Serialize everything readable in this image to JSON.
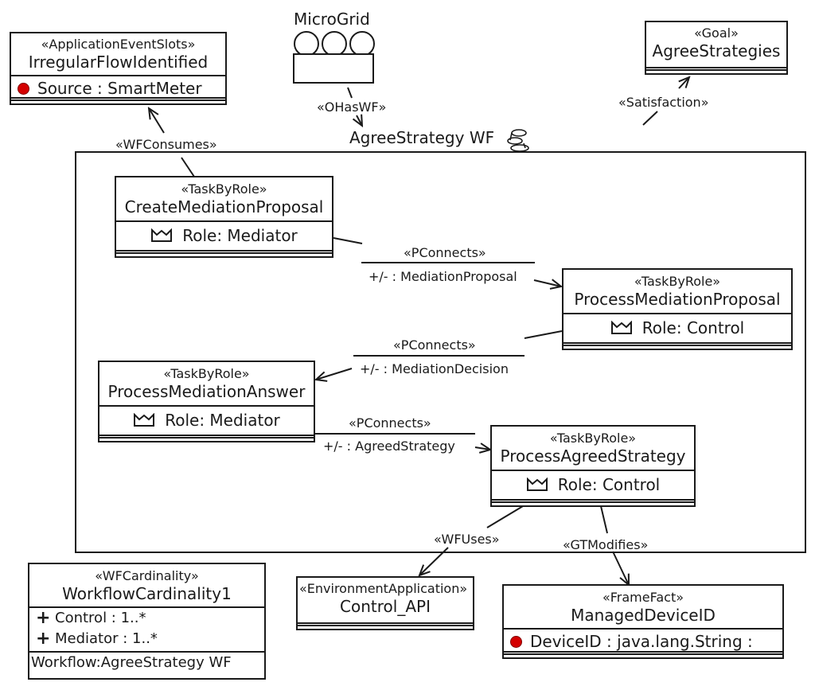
{
  "microgrid": {
    "label": "MicroGrid"
  },
  "workflow": {
    "title": "AgreeStrategy WF"
  },
  "boxes": {
    "irregular_flow": {
      "stereotype": "«ApplicationEventSlots»",
      "name": "IrregularFlowIdentified",
      "attr": "Source  : SmartMeter"
    },
    "goal": {
      "stereotype": "«Goal»",
      "name": "AgreeStrategies"
    },
    "create_mediation": {
      "stereotype": "«TaskByRole»",
      "name": "CreateMediationProposal",
      "role": "Role:  Mediator"
    },
    "process_mediation_proposal": {
      "stereotype": "«TaskByRole»",
      "name": "ProcessMediationProposal",
      "role": "Role:  Control"
    },
    "process_mediation_answer": {
      "stereotype": "«TaskByRole»",
      "name": "ProcessMediationAnswer",
      "role": "Role:  Mediator"
    },
    "process_agreed_strategy": {
      "stereotype": "«TaskByRole»",
      "name": "ProcessAgreedStrategy",
      "role": "Role:  Control"
    },
    "workflow_cardinality": {
      "stereotype": "«WFCardinality»",
      "name": "WorkflowCardinality1",
      "attr1": "Control  : 1..*",
      "attr2": "Mediator  : 1..*",
      "footer": "Workflow:AgreeStrategy WF"
    },
    "control_api": {
      "stereotype": "«EnvironmentApplication»",
      "name": "Control_API"
    },
    "managed_device": {
      "stereotype": "«FrameFact»",
      "name": "ManagedDeviceID",
      "attr": "DeviceID : java.lang.String  :"
    }
  },
  "connectors": {
    "ohaswf": "«OHasWF»",
    "satisfaction": "«Satisfaction»",
    "wfconsumes": "«WFConsumes»",
    "pconnects1": "«PConnects»",
    "pconnects1_param": "+/-  : MediationProposal",
    "pconnects2": "«PConnects»",
    "pconnects2_param": "+/-  : MediationDecision",
    "pconnects3": "«PConnects»",
    "pconnects3_param": "+/-  : AgreedStrategy",
    "wfuses": "«WFUses»",
    "gtmodifies": "«GTModifies»"
  },
  "colors": {
    "line": "#1a1a1a",
    "dot": "#d40000"
  }
}
